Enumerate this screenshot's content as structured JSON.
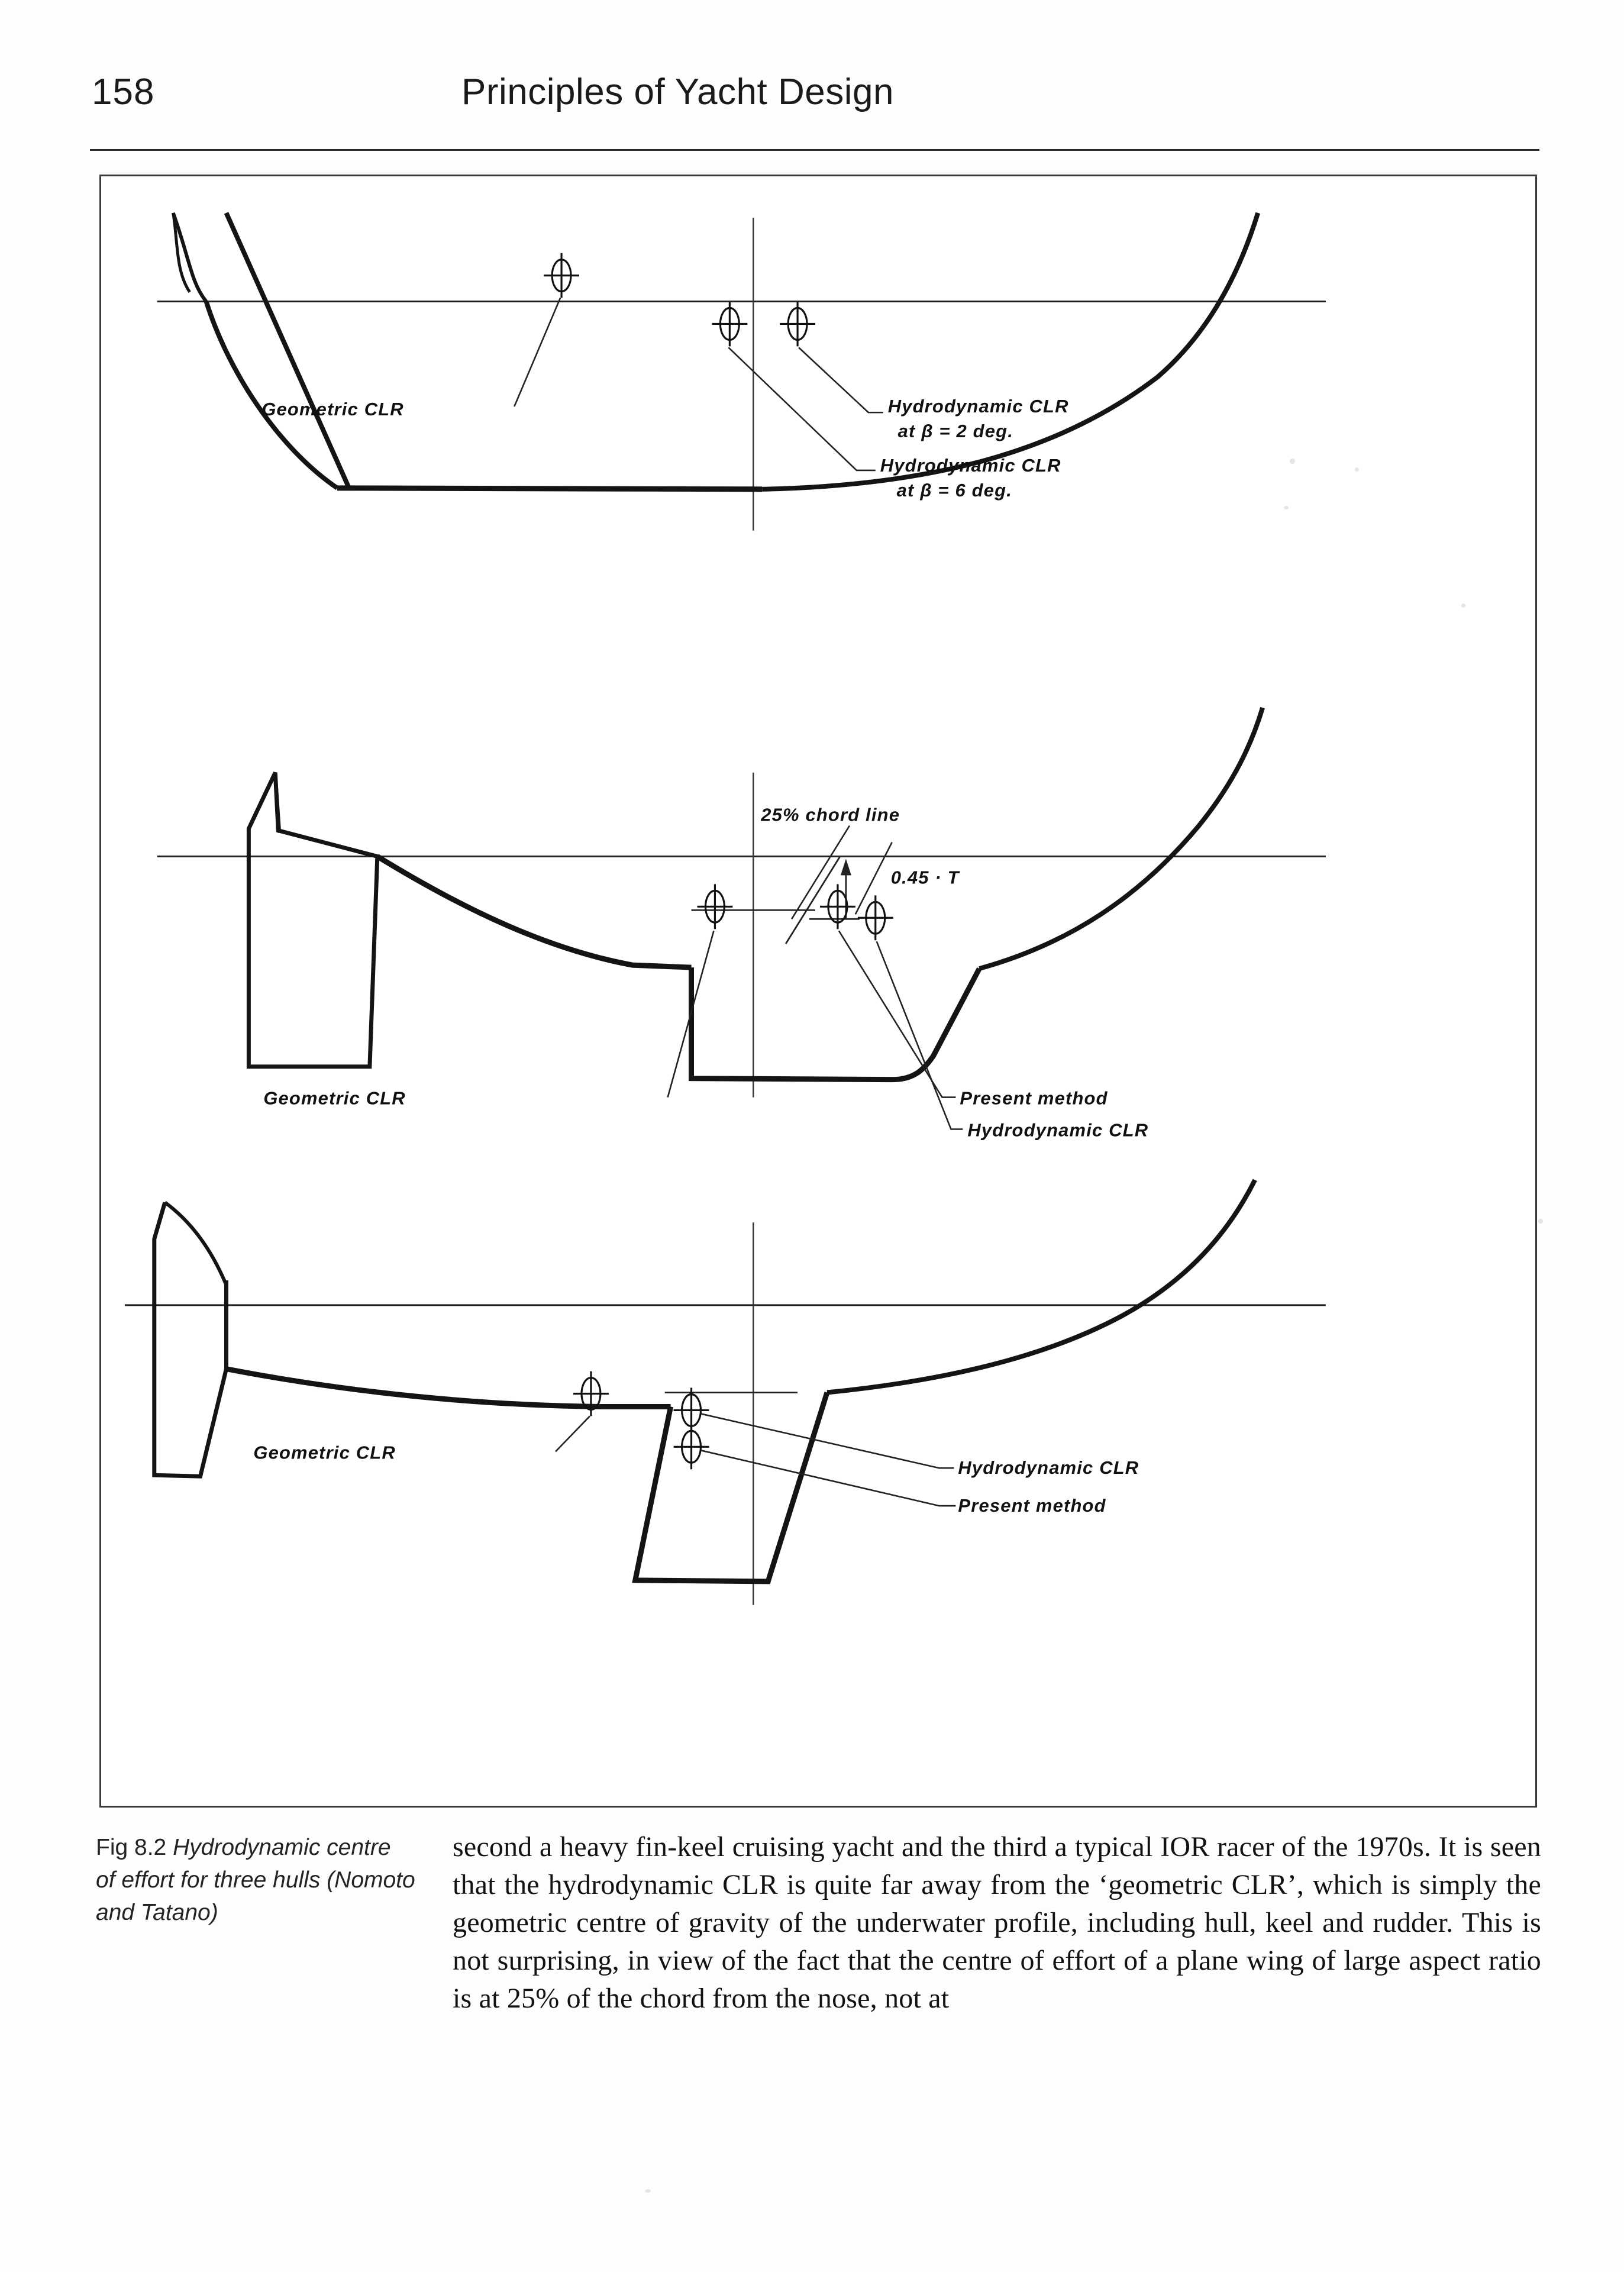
{
  "page": {
    "folio": "158",
    "running_title": "Principles of Yacht Design"
  },
  "figure": {
    "caption_lead": "Fig 8.2 ",
    "caption_italic": "Hydrodynamic centre of effort for three hulls (Nomoto and Tatano)",
    "panels": [
      {
        "id": "panel-1-long-keel",
        "labels": {
          "geometric_clr": "Geometric  CLR",
          "hydro_clr_2deg_line1": "Hydrodynamic  CLR",
          "hydro_clr_2deg_line2": "at  β  =  2  deg.",
          "hydro_clr_6deg_line1": "Hydrodynamic  CLR",
          "hydro_clr_6deg_line2": "at  β  =  6  deg."
        }
      },
      {
        "id": "panel-2-fin-keel-cruiser",
        "labels": {
          "chord_line": "25%  chord  line",
          "depth_dimension": "0.45 · T",
          "geometric_clr": "Geometric  CLR",
          "present_method": "Present  method",
          "hydrodynamic_clr": "Hydrodynamic  CLR"
        }
      },
      {
        "id": "panel-3-ior-racer",
        "labels": {
          "geometric_clr": "Geometric  CLR",
          "hydrodynamic_clr": "Hydrodynamic  CLR",
          "present_method": "Present  method"
        }
      }
    ]
  },
  "body": {
    "paragraph": "second a heavy fin-keel cruising yacht and the third a typical IOR racer of the 1970s. It is seen that the hydrodynamic CLR is quite far away from the ‘geometric CLR’, which is simply the geometric centre of gravity of the underwater profile, including hull, keel and rudder. This is not surprising, in view of the fact that the centre of effort of a plane wing of large aspect ratio is at 25% of the chord from the nose, not at"
  },
  "colors": {
    "ink": "#111111",
    "rule": "#2c2c2c",
    "frame": "#3a3a3a",
    "paper": "#fdfdfc"
  }
}
